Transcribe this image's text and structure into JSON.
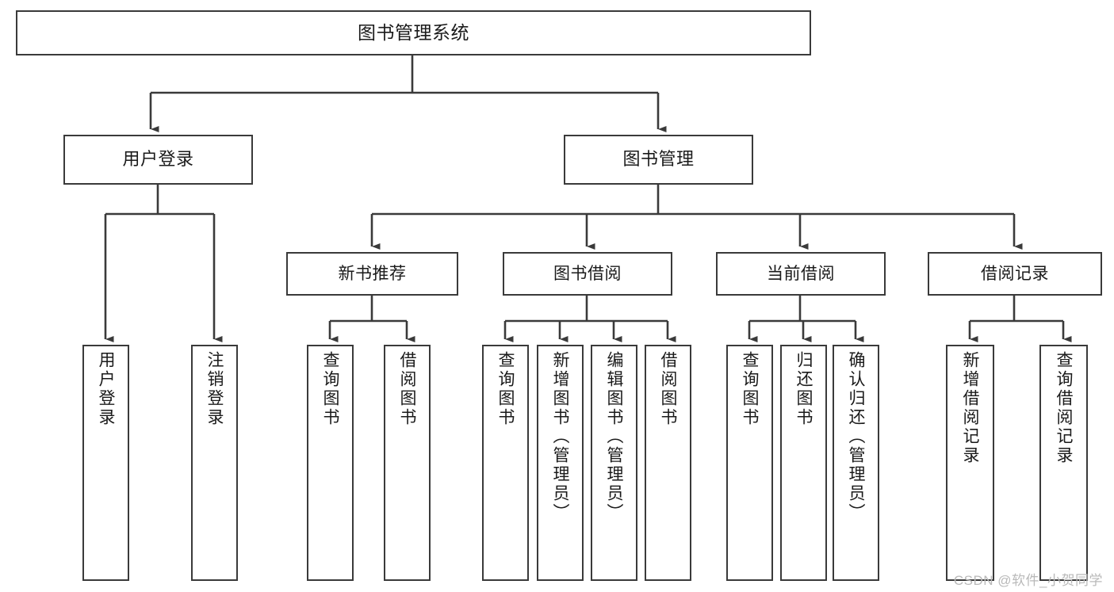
{
  "diagram": {
    "type": "tree-hierarchy",
    "title": "图书管理系统",
    "orientation": "top-down",
    "line_color": "#3a3a3a",
    "box_fill": "#ffffff",
    "text_color": "#1a1a1a"
  },
  "watermark": {
    "text": "CSDN @软件_小贺同学",
    "color": "#b9b9b9"
  },
  "nodes": {
    "root": {
      "label": "图书管理系统",
      "level": 1
    },
    "user_login": {
      "label": "用户登录",
      "level": 2
    },
    "book_manage": {
      "label": "图书管理",
      "level": 2
    },
    "new_book_rec": {
      "label": "新书推荐",
      "level": 3
    },
    "book_borrow": {
      "label": "图书借阅",
      "level": 3
    },
    "current_borrow": {
      "label": "当前借阅",
      "level": 3
    },
    "borrow_record": {
      "label": "借阅记录",
      "level": 3
    },
    "leaf_user_login": {
      "label": "用户登录",
      "level": 4
    },
    "leaf_logout": {
      "label": "注销登录",
      "level": 4
    },
    "leaf_query_book_rec": {
      "label": "查询图书",
      "level": 4
    },
    "leaf_borrow_book_rec": {
      "label": "借阅图书",
      "level": 4
    },
    "leaf_query_book_borrow": {
      "label": "查询图书",
      "level": 4
    },
    "leaf_add_book": {
      "label": "新增图书（管理员）",
      "level": 4
    },
    "leaf_edit_book": {
      "label": "编辑图书（管理员）",
      "level": 4
    },
    "leaf_borrow_book": {
      "label": "借阅图书",
      "level": 4
    },
    "leaf_query_book_current": {
      "label": "查询图书",
      "level": 4
    },
    "leaf_return_book": {
      "label": "归还图书",
      "level": 4
    },
    "leaf_confirm_return": {
      "label": "确认归还（管理员）",
      "level": 4
    },
    "leaf_add_record": {
      "label": "新增借阅记录",
      "level": 4
    },
    "leaf_query_record": {
      "label": "查询借阅记录",
      "level": 4
    }
  },
  "edges": [
    {
      "from": "root",
      "to": "user_login"
    },
    {
      "from": "root",
      "to": "book_manage"
    },
    {
      "from": "book_manage",
      "to": "new_book_rec"
    },
    {
      "from": "book_manage",
      "to": "book_borrow"
    },
    {
      "from": "book_manage",
      "to": "current_borrow"
    },
    {
      "from": "book_manage",
      "to": "borrow_record"
    },
    {
      "from": "user_login",
      "to": "leaf_user_login"
    },
    {
      "from": "user_login",
      "to": "leaf_logout"
    },
    {
      "from": "new_book_rec",
      "to": "leaf_query_book_rec"
    },
    {
      "from": "new_book_rec",
      "to": "leaf_borrow_book_rec"
    },
    {
      "from": "book_borrow",
      "to": "leaf_query_book_borrow"
    },
    {
      "from": "book_borrow",
      "to": "leaf_add_book"
    },
    {
      "from": "book_borrow",
      "to": "leaf_edit_book"
    },
    {
      "from": "book_borrow",
      "to": "leaf_borrow_book"
    },
    {
      "from": "current_borrow",
      "to": "leaf_query_book_current"
    },
    {
      "from": "current_borrow",
      "to": "leaf_return_book"
    },
    {
      "from": "current_borrow",
      "to": "leaf_confirm_return"
    },
    {
      "from": "borrow_record",
      "to": "leaf_add_record"
    },
    {
      "from": "borrow_record",
      "to": "leaf_query_record"
    }
  ]
}
